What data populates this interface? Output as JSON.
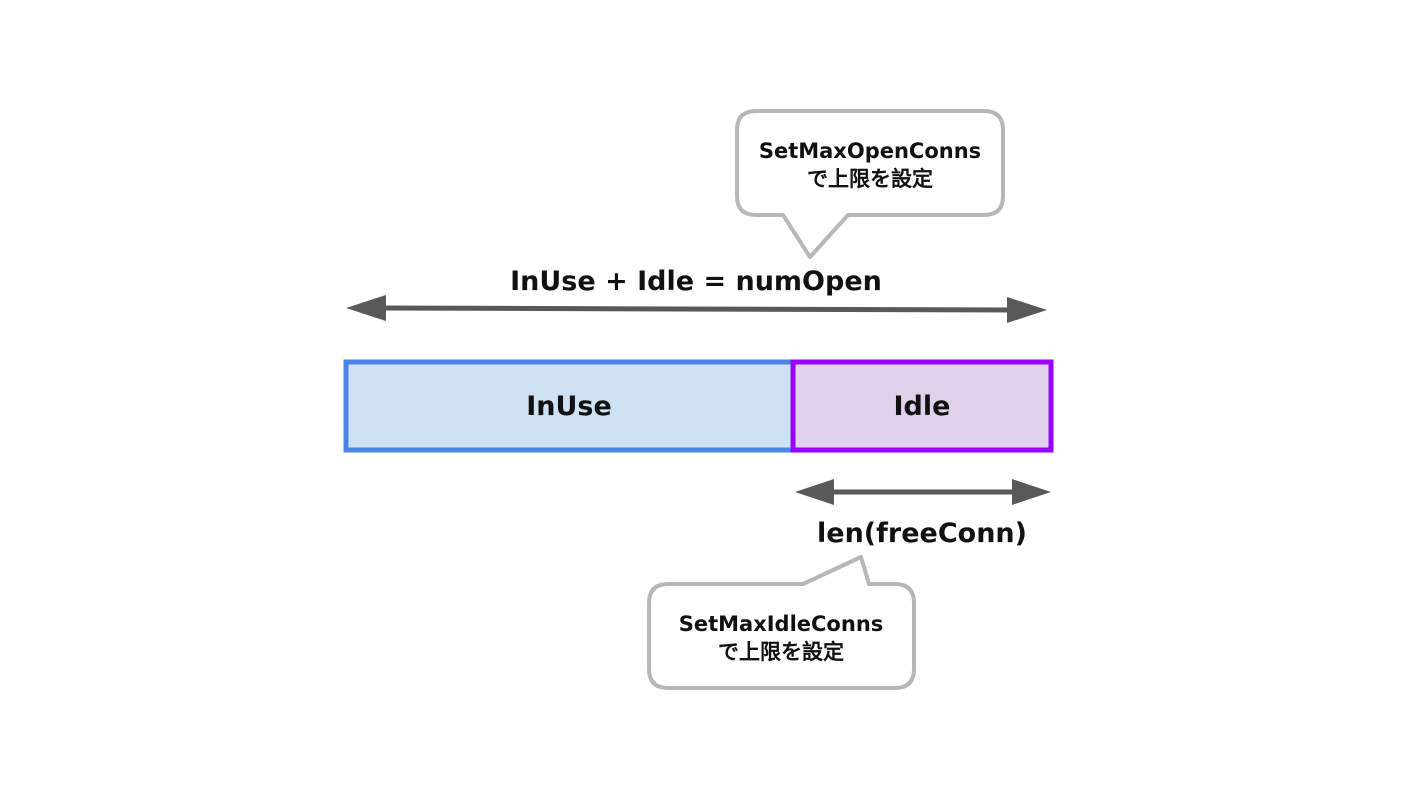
{
  "callouts": {
    "open": {
      "line1": "SetMaxOpenConns",
      "line2": "で上限を設定"
    },
    "idle": {
      "line1": "SetMaxIdleConns",
      "line2": "で上限を設定"
    }
  },
  "labels": {
    "total_equation": "InUse + Idle = numOpen",
    "free_conn": "len(freeConn)"
  },
  "segments": {
    "inuse": {
      "label": "InUse",
      "fill_color": "#cfe2f3",
      "border_color": "#4a86e8"
    },
    "idle": {
      "label": "Idle",
      "fill_color": "#e0d1ea",
      "border_color": "#9900ff"
    }
  },
  "colors": {
    "arrow": "#595959",
    "callout_border": "#b7b7b7"
  }
}
